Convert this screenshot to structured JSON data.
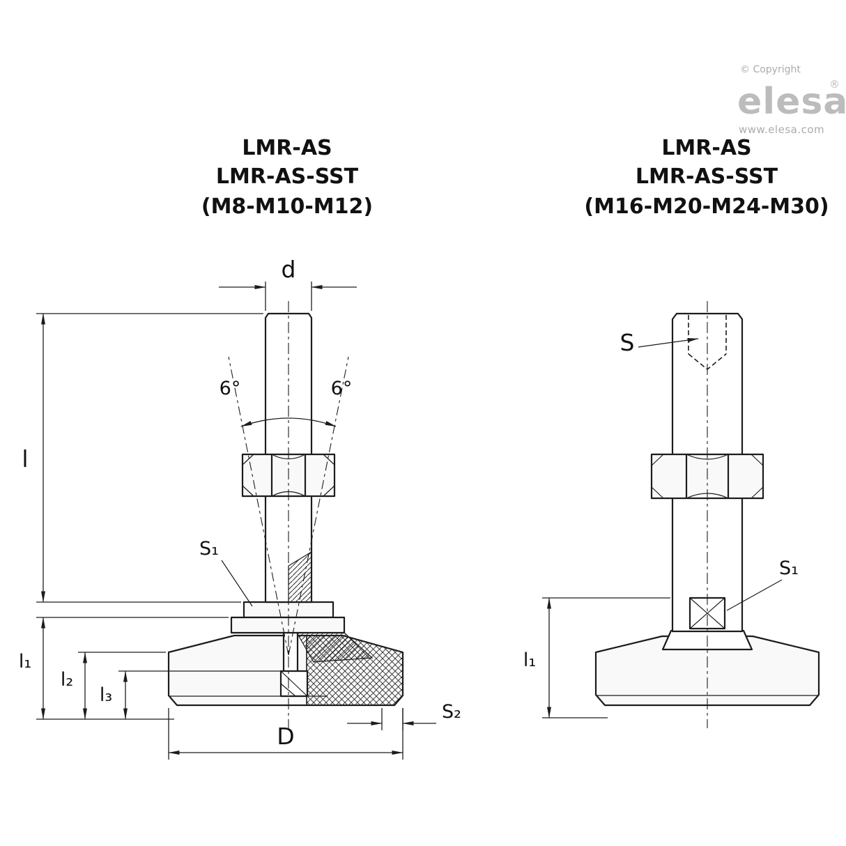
{
  "branding": {
    "copyright": "© Copyright",
    "logo_text": "elesa",
    "logo_reg": "®",
    "website": "www.elesa.com",
    "logo_color": "#bcbcbc",
    "text_color": "#ababab"
  },
  "left_view": {
    "title": [
      "LMR-AS",
      "LMR-AS-SST",
      "(M8-M10-M12)"
    ],
    "labels": {
      "d": "d",
      "angle_left": "6°",
      "angle_right": "6°",
      "s1": "S₁",
      "l": "l",
      "l1": "l₁",
      "l2": "l₂",
      "l3": "l₃",
      "D": "D",
      "s2": "S₂"
    }
  },
  "right_view": {
    "title": [
      "LMR-AS",
      "LMR-AS-SST",
      "(M16-M20-M24-M30)"
    ],
    "labels": {
      "s": "S",
      "s1": "S₁",
      "l1": "l₁"
    }
  },
  "drawing": {
    "line_color": "#1c1c1c"
  }
}
